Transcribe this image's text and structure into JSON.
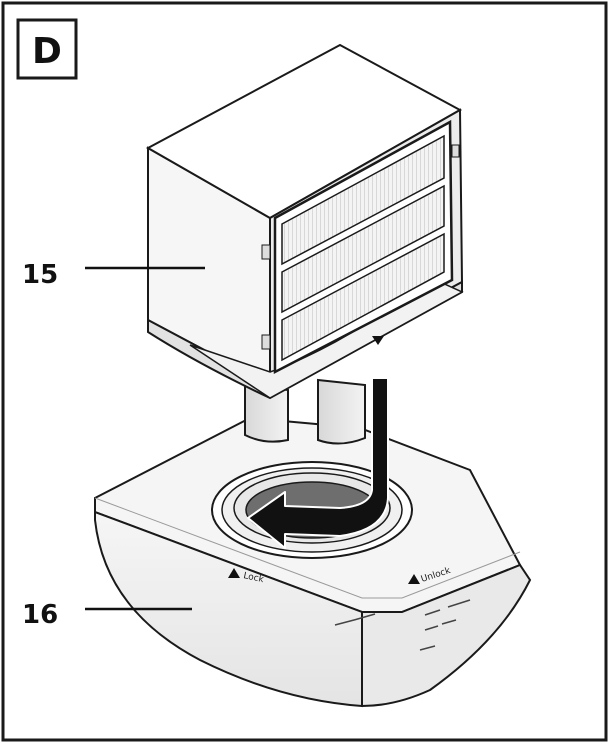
{
  "figure": {
    "panel_letter": "D",
    "callouts": [
      {
        "id": "15",
        "label": "15"
      },
      {
        "id": "16",
        "label": "16"
      }
    ],
    "base_labels": {
      "lock": "Lock",
      "unlock": "Unlock"
    },
    "colors": {
      "outline": "#1a1a1a",
      "paper": "#ffffff",
      "filter_mesh": "#e6e6e6",
      "base_shade": "#f2f2f2",
      "bowl_dark": "#6e6e6e",
      "arrow": "#111111"
    }
  }
}
